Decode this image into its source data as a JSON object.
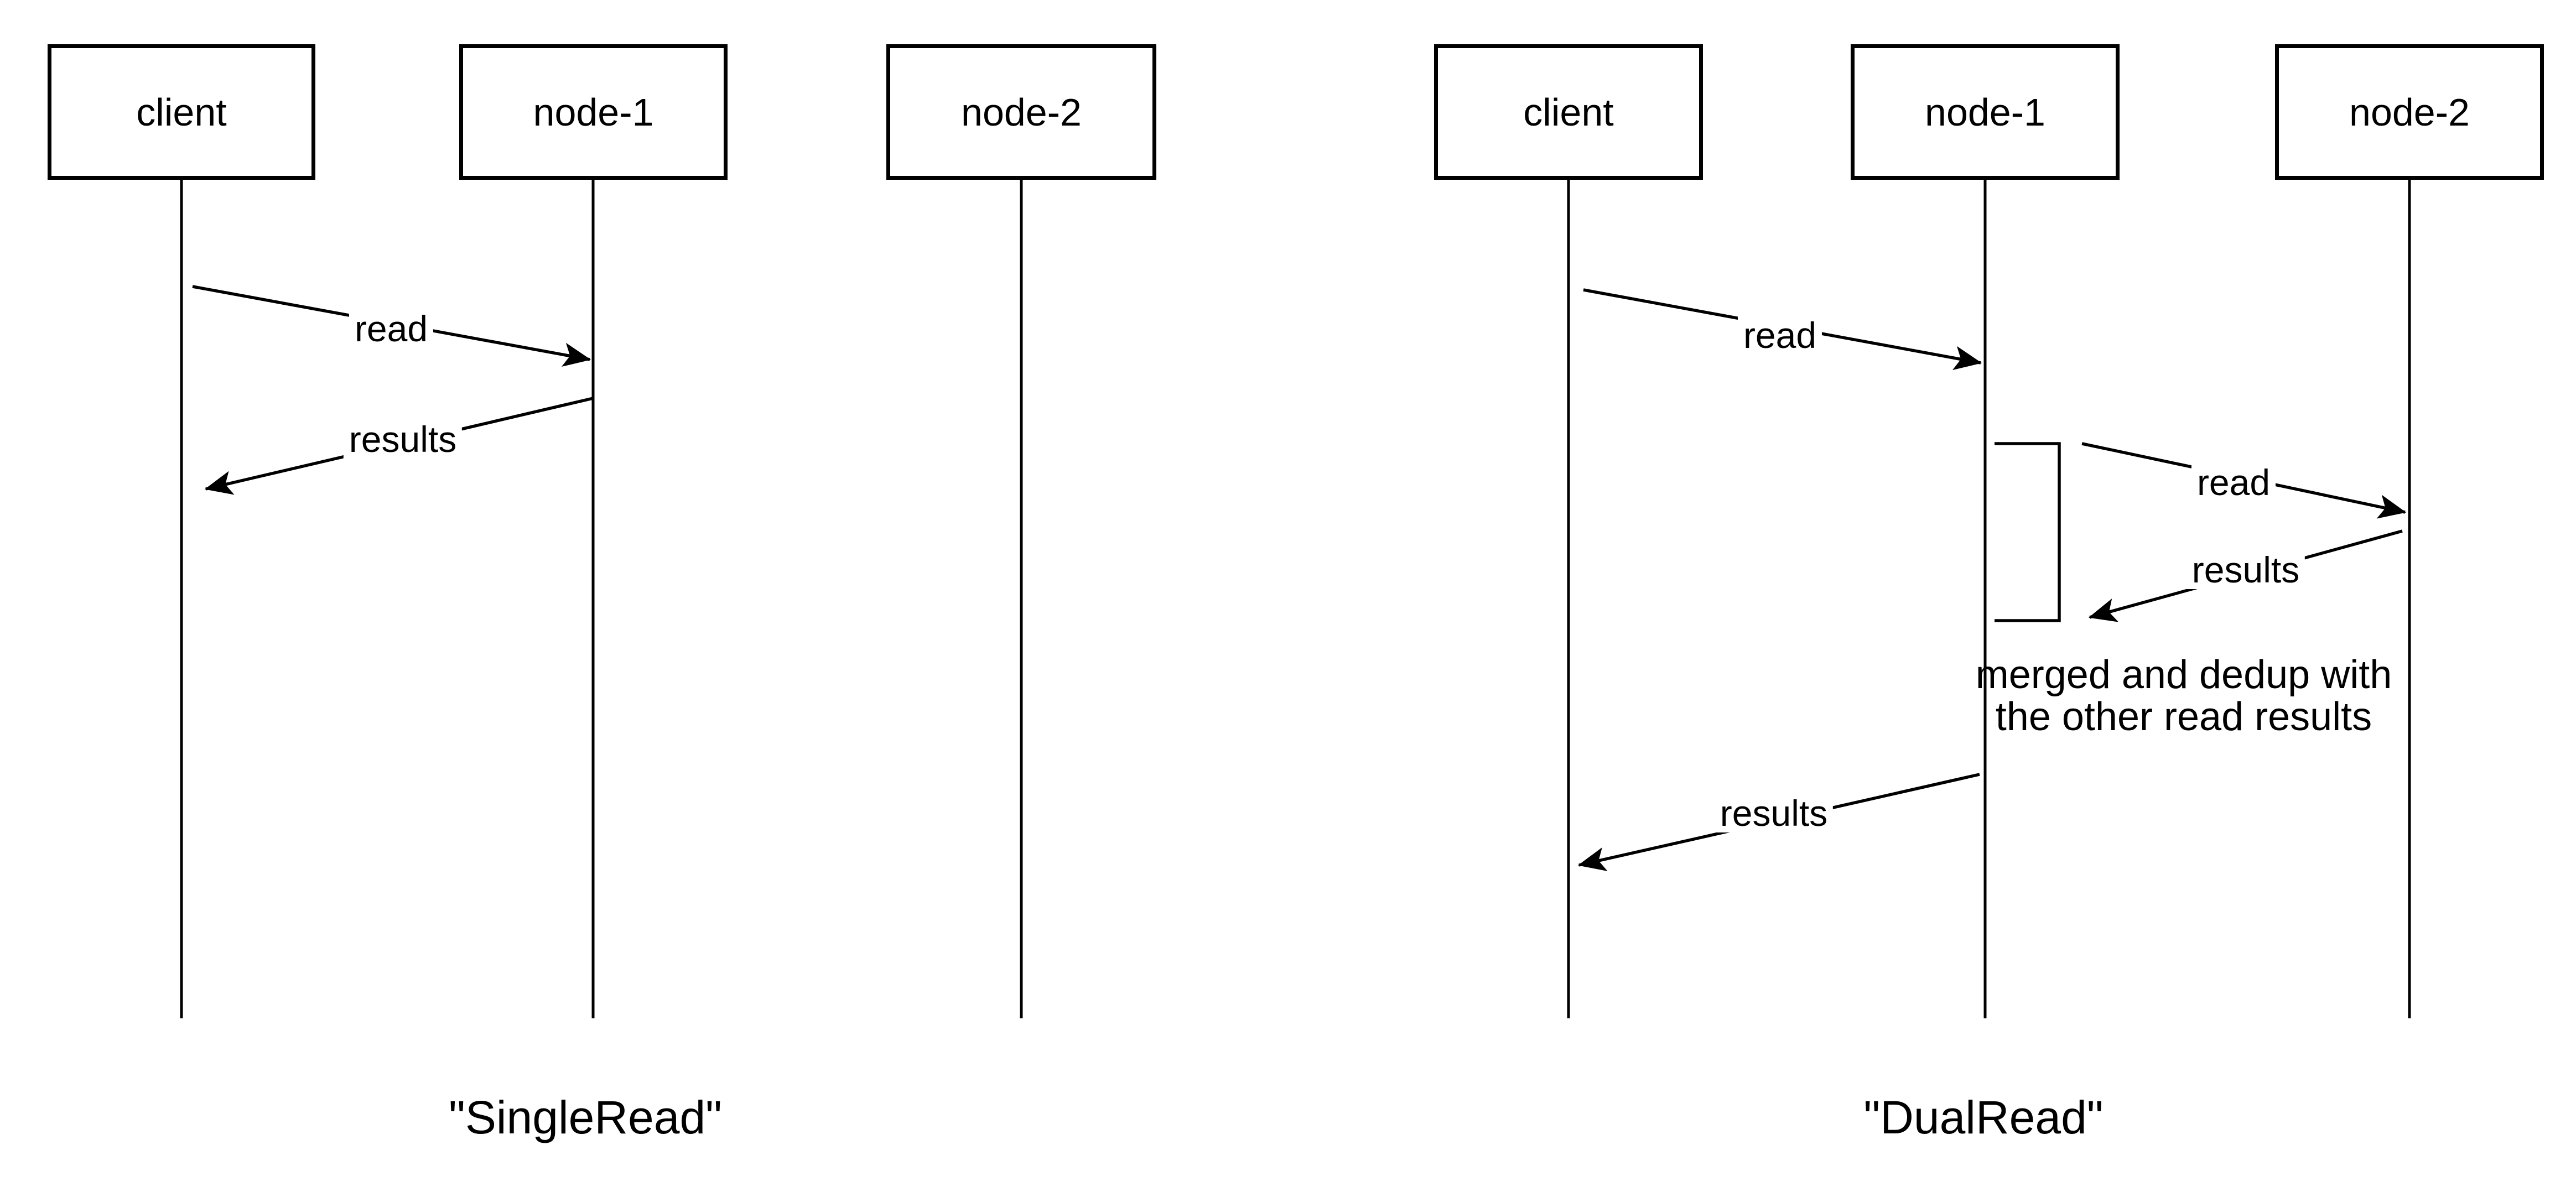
{
  "page": {
    "background_color": "#ffffff",
    "stroke_color": "#000000"
  },
  "diagrams": [
    {
      "id": "single-read",
      "caption": "\"SingleRead\"",
      "actors": [
        {
          "label": "client"
        },
        {
          "label": "node-1"
        },
        {
          "label": "node-2"
        }
      ],
      "messages": [
        {
          "from": "client",
          "to": "node-1",
          "label": "read"
        },
        {
          "from": "node-1",
          "to": "client",
          "label": "results"
        }
      ]
    },
    {
      "id": "dual-read",
      "caption": "\"DualRead\"",
      "actors": [
        {
          "label": "client"
        },
        {
          "label": "node-1"
        },
        {
          "label": "node-2"
        }
      ],
      "messages": [
        {
          "from": "client",
          "to": "node-1",
          "label": "read"
        },
        {
          "from": "node-1",
          "to": "node-2",
          "label": "read"
        },
        {
          "from": "node-2",
          "to": "node-1",
          "label": "results"
        },
        {
          "from": "node-1",
          "to": "client",
          "label": "results"
        }
      ],
      "note": {
        "line1": "merged and dedup with",
        "line2": "the other read results"
      }
    }
  ]
}
